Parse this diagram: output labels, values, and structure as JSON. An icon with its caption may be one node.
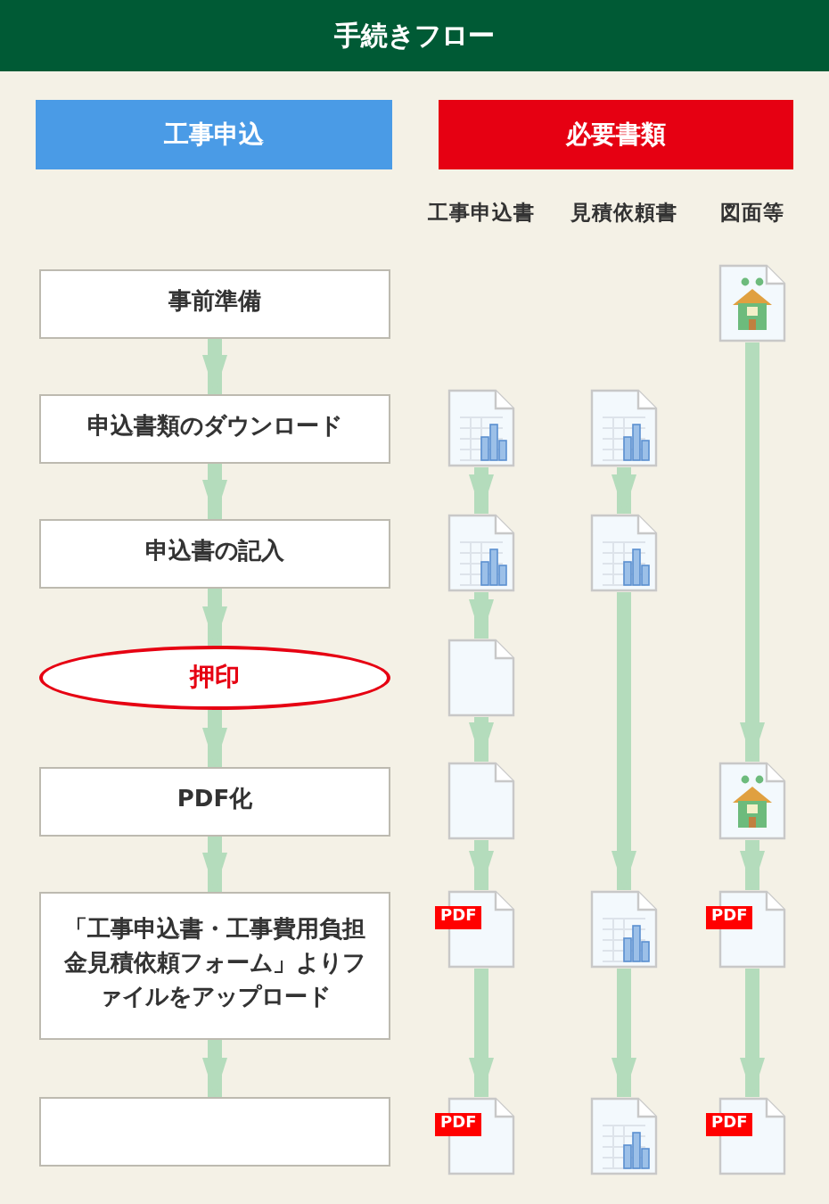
{
  "diagram": {
    "title": "手続きフロー",
    "nodes": [
      {
        "text": [
          "工事申込"
        ]
      },
      {
        "text": [
          "必要書類"
        ]
      },
      {
        "text": [
          "事前準備"
        ]
      },
      {
        "text": [],
        "shape": "house"
      },
      {
        "text": [
          "申込書類のダウンロード"
        ]
      },
      {
        "text": [],
        "shape": "spreadsheet"
      },
      {
        "text": [],
        "shape": "spreadsheet"
      },
      {
        "text": [
          "申込書の記入"
        ]
      },
      {
        "text": [],
        "shape": "spreadsheet"
      },
      {
        "text": [],
        "shape": "spreadsheet"
      },
      {
        "text": [
          "押印"
        ]
      },
      {
        "text": [],
        "shape": "document"
      },
      {
        "text": [
          "PDF化"
        ]
      },
      {
        "text": [],
        "shape": "document"
      },
      {
        "text": [],
        "shape": "house"
      },
      {
        "text": [
          "「工事申込書・工事費用負担金見積依頼フォーム」よりファイルをアップロード"
        ]
      },
      {
        "text": [
          "PDF"
        ]
      },
      {
        "text": [],
        "shape": "spreadsheet"
      },
      {
        "text": [
          "PDF"
        ]
      },
      {
        "text": [],
        "shape": "box"
      },
      {
        "text": [
          "PDF"
        ]
      },
      {
        "text": [],
        "shape": "spreadsheet"
      },
      {
        "text": [
          "PDF"
        ]
      }
    ],
    "edges": [
      {
        "from": 2,
        "to": 4,
        "arrow": "to"
      },
      {
        "from": 4,
        "to": 7,
        "arrow": "to"
      },
      {
        "from": 7,
        "to": 10,
        "arrow": "to"
      },
      {
        "from": 10,
        "to": 12,
        "arrow": "to"
      },
      {
        "from": 12,
        "to": 15,
        "arrow": "to"
      },
      {
        "from": 15,
        "to": 19,
        "arrow": "to"
      },
      {
        "from": 5,
        "to": 8,
        "arrow": "to"
      },
      {
        "from": 8,
        "to": 11,
        "arrow": "to"
      },
      {
        "from": 11,
        "to": 13,
        "arrow": "to"
      },
      {
        "from": 13,
        "to": 16,
        "arrow": "to"
      },
      {
        "from": 16,
        "to": 20,
        "arrow": "to"
      },
      {
        "from": 6,
        "to": 9,
        "arrow": "to"
      },
      {
        "from": 9,
        "to": 17,
        "arrow": "to"
      },
      {
        "from": 17,
        "to": 21,
        "arrow": "to"
      },
      {
        "from": 3,
        "to": 14,
        "arrow": "to"
      },
      {
        "from": 14,
        "to": 18,
        "arrow": "to"
      },
      {
        "from": 18,
        "to": 22,
        "arrow": "to"
      }
    ],
    "labels": [
      "工事申込書",
      "見積依頼書",
      "図面等"
    ]
  }
}
